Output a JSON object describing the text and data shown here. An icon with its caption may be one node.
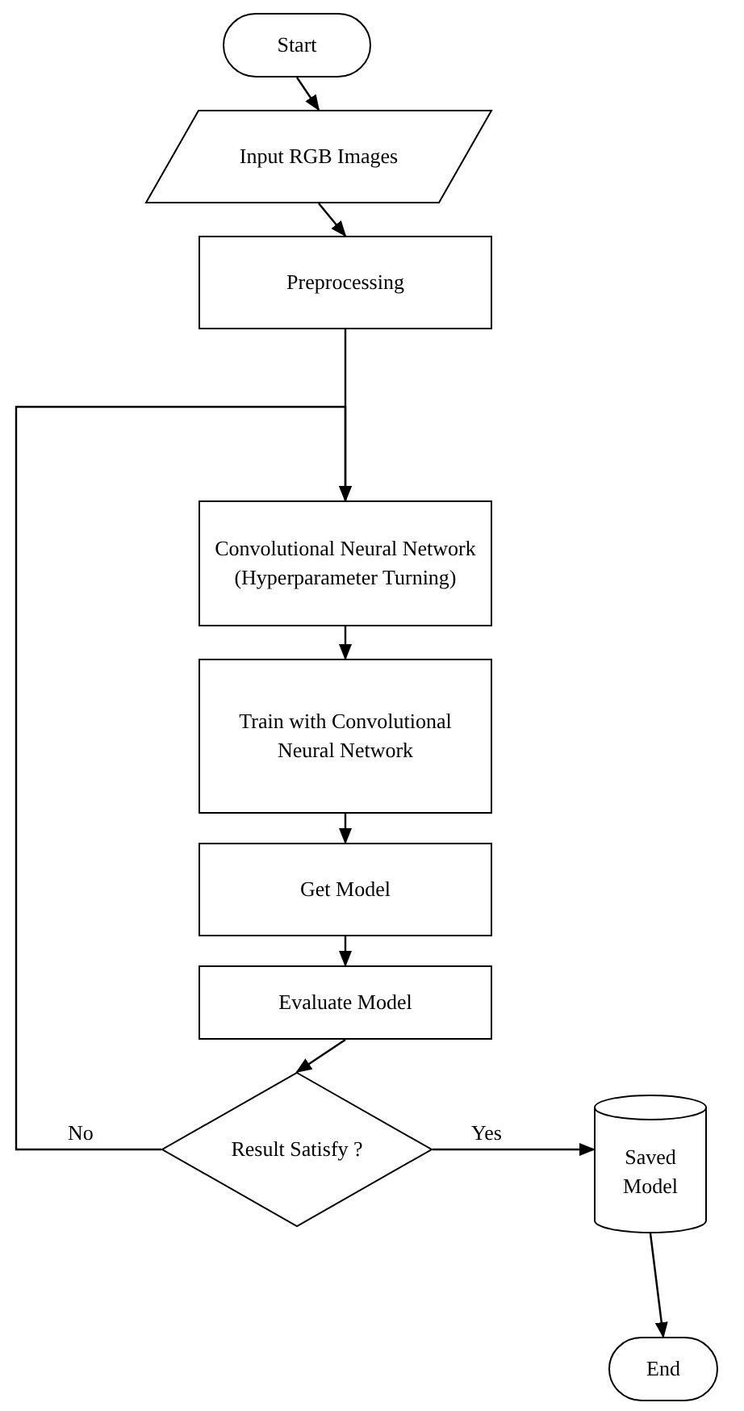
{
  "diagram": {
    "nodes": [
      {
        "text": [
          "Start"
        ]
      },
      {
        "text": [
          "Input RGB Images"
        ]
      },
      {
        "text": [
          "Preprocessing"
        ]
      },
      {
        "text": [
          "Convolutional Neural Network (Hyperparameter Turning)"
        ]
      },
      {
        "text": [
          "Train with Convolutional Neural Network"
        ]
      },
      {
        "text": [
          "Get Model"
        ]
      },
      {
        "text": [
          "Evaluate Model"
        ]
      },
      {
        "text": [
          "Result Satisfy ?"
        ]
      },
      {
        "text": [
          "Saved Model"
        ]
      },
      {
        "text": [
          "End"
        ]
      }
    ],
    "edges": [
      {
        "from": 0,
        "to": 1,
        "arrow": "to"
      },
      {
        "from": 1,
        "to": 2,
        "arrow": "to"
      },
      {
        "from": 2,
        "to": 3,
        "arrow": "to"
      },
      {
        "from": 3,
        "to": 4,
        "arrow": "to"
      },
      {
        "from": 4,
        "to": 5,
        "arrow": "to"
      },
      {
        "from": 5,
        "to": 6,
        "arrow": "to"
      },
      {
        "from": 6,
        "to": 7,
        "arrow": "to"
      },
      {
        "from": 7,
        "to": 3,
        "arrow": "to",
        "label": "No"
      },
      {
        "from": 7,
        "to": 8,
        "arrow": "to",
        "label": "Yes"
      },
      {
        "from": 8,
        "to": 9,
        "arrow": "to"
      }
    ]
  }
}
